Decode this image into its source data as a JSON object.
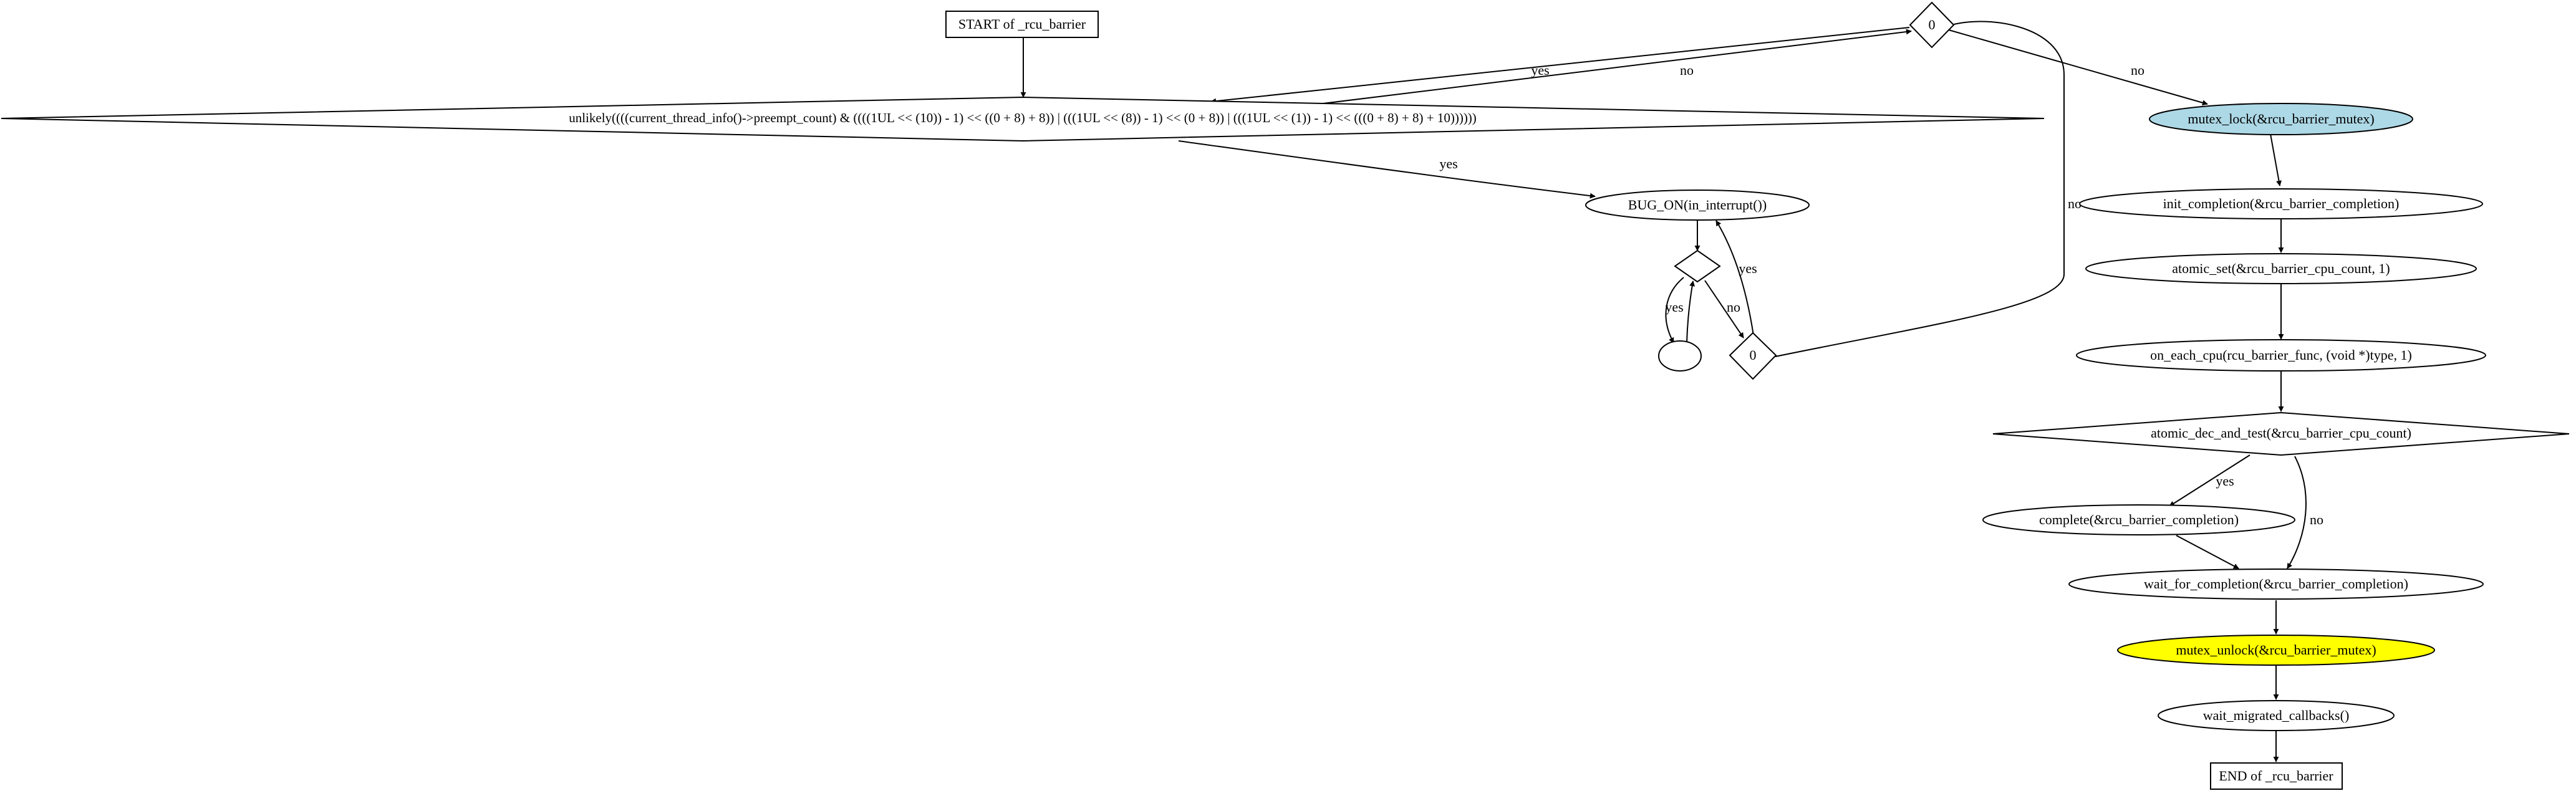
{
  "diagram": {
    "nodes": {
      "start": {
        "label": "START of _rcu_barrier"
      },
      "cond_preempt": {
        "label": "unlikely((((current_thread_info()->preempt_count) & ((((1UL << (10)) - 1) << ((0 + 8) + 8)) | (((1UL << (8)) - 1) << (0 + 8)) | (((1UL << (1)) - 1) << (((0 + 8) + 8) + 10))))))"
      },
      "diamond_top": {
        "label": "0"
      },
      "mutex_lock": {
        "label": "mutex_lock(&rcu_barrier_mutex)",
        "fill": "#add8e6"
      },
      "bug_on": {
        "label": "BUG_ON(in_interrupt())"
      },
      "diamond_mid": {
        "label": ""
      },
      "loop_ellipse": {
        "label": ""
      },
      "diamond_zero": {
        "label": "0"
      },
      "init_completion": {
        "label": "init_completion(&rcu_barrier_completion)"
      },
      "atomic_set": {
        "label": "atomic_set(&rcu_barrier_cpu_count, 1)"
      },
      "on_each_cpu": {
        "label": "on_each_cpu(rcu_barrier_func, (void *)type, 1)"
      },
      "atomic_dec": {
        "label": "atomic_dec_and_test(&rcu_barrier_cpu_count)"
      },
      "complete": {
        "label": "complete(&rcu_barrier_completion)"
      },
      "wait_completion": {
        "label": "wait_for_completion(&rcu_barrier_completion)"
      },
      "mutex_unlock": {
        "label": "mutex_unlock(&rcu_barrier_mutex)",
        "fill": "#ffff00"
      },
      "wait_migrated": {
        "label": "wait_migrated_callbacks()"
      },
      "end": {
        "label": "END of _rcu_barrier"
      }
    },
    "edge_labels": {
      "top_to_cond_yes": "yes",
      "cond_to_top_no": "no",
      "top_to_lock_no": "no",
      "cond_to_bug_yes": "yes",
      "mid_to_loop_yes": "yes",
      "mid_to_zero_no": "no",
      "zero_to_mid_yes": "yes",
      "zero_to_top_no": "no",
      "dec_to_complete_yes": "yes",
      "dec_to_wait_no": "no"
    }
  }
}
